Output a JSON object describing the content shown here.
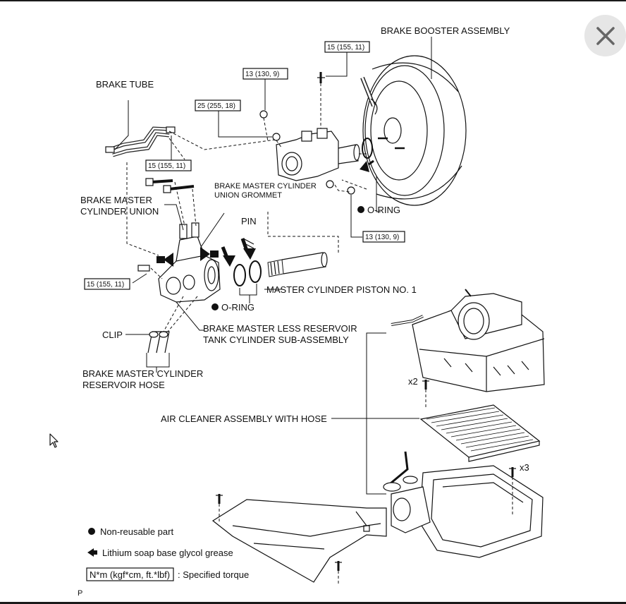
{
  "labels": {
    "brake_booster": "BRAKE BOOSTER ASSEMBLY",
    "brake_tube": "BRAKE TUBE",
    "union_line1": "BRAKE MASTER",
    "union_line2": "CYLINDER UNION",
    "grommet_line1": "BRAKE MASTER CYLINDER",
    "grommet_line2": "UNION GROMMET",
    "o_ring_right": "O-RING",
    "pin": "PIN",
    "piston": "MASTER CYLINDER PISTON NO. 1",
    "o_ring_left": "O-RING",
    "clip": "CLIP",
    "cyl_sub_line1": "BRAKE MASTER LESS RESERVOIR",
    "cyl_sub_line2": "TANK CYLINDER SUB-ASSEMBLY",
    "hose_line1": "BRAKE MASTER CYLINDER",
    "hose_line2": "RESERVOIR HOSE",
    "air_cleaner": "AIR CLEANER ASSEMBLY WITH HOSE",
    "x2": "x2",
    "x3": "x3",
    "page_marker": "P"
  },
  "torques": {
    "t_top": "15 (155, 11)",
    "t_13a": "13 (130, 9)",
    "t_25": "25 (255, 18)",
    "t_tube": "15 (155, 11)",
    "t_13b": "13 (130, 9)",
    "t_left": "15 (155, 11)"
  },
  "legend": {
    "non_reusable": "Non-reusable part",
    "grease": "Lithium soap base glycol grease",
    "torque_unit": "N*m (kgf*cm, ft.*lbf)",
    "torque_desc": ": Specified torque"
  },
  "icons": {
    "close": "close-icon",
    "cursor": "mouse-pointer-icon"
  }
}
